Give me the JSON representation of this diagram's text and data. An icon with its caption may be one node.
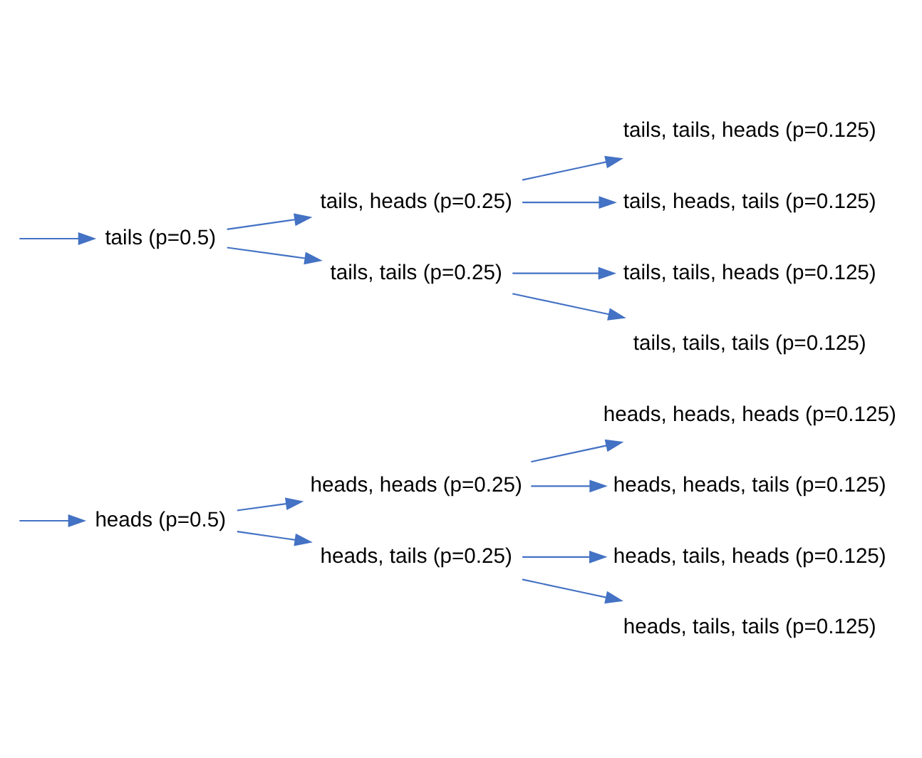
{
  "diagram": {
    "nodes": [
      {
        "text": [
          "heads (p=0.5)"
        ]
      },
      {
        "text": [
          "heads, heads (p=0.25)"
        ]
      },
      {
        "text": [
          "heads, heads, heads (p=0.125)"
        ]
      },
      {
        "text": [
          "heads, heads, tails (p=0.125)"
        ]
      },
      {
        "text": [
          "heads, tails (p=0.25)"
        ]
      },
      {
        "text": [
          "heads, tails, heads (p=0.125)"
        ]
      },
      {
        "text": [
          "heads, tails, tails (p=0.125)"
        ]
      },
      {
        "text": [
          "tails (p=0.5)"
        ]
      },
      {
        "text": [
          "tails, heads (p=0.25)"
        ]
      },
      {
        "text": [
          "tails, tails, heads (p=0.125)"
        ]
      },
      {
        "text": [
          "tails, heads, tails (p=0.125)"
        ]
      },
      {
        "text": [
          "tails, tails (p=0.25)"
        ]
      },
      {
        "text": [
          "tails, tails, heads (p=0.125)"
        ]
      },
      {
        "text": [
          "tails, tails, tails (p=0.125)"
        ]
      }
    ],
    "edges": [
      {
        "from": null,
        "to": 0,
        "arrow": "to"
      },
      {
        "from": null,
        "to": 7,
        "arrow": "to"
      },
      {
        "from": 0,
        "to": 1,
        "arrow": "to"
      },
      {
        "from": 0,
        "to": 4,
        "arrow": "to"
      },
      {
        "from": 1,
        "to": 2,
        "arrow": "to"
      },
      {
        "from": 1,
        "to": 3,
        "arrow": "to"
      },
      {
        "from": 4,
        "to": 5,
        "arrow": "to"
      },
      {
        "from": 4,
        "to": 6,
        "arrow": "to"
      },
      {
        "from": 7,
        "to": 8,
        "arrow": "to"
      },
      {
        "from": 7,
        "to": 11,
        "arrow": "to"
      },
      {
        "from": 8,
        "to": 9,
        "arrow": "to"
      },
      {
        "from": 8,
        "to": 10,
        "arrow": "to"
      },
      {
        "from": 11,
        "to": 12,
        "arrow": "to"
      },
      {
        "from": 11,
        "to": 13,
        "arrow": "to"
      }
    ]
  }
}
